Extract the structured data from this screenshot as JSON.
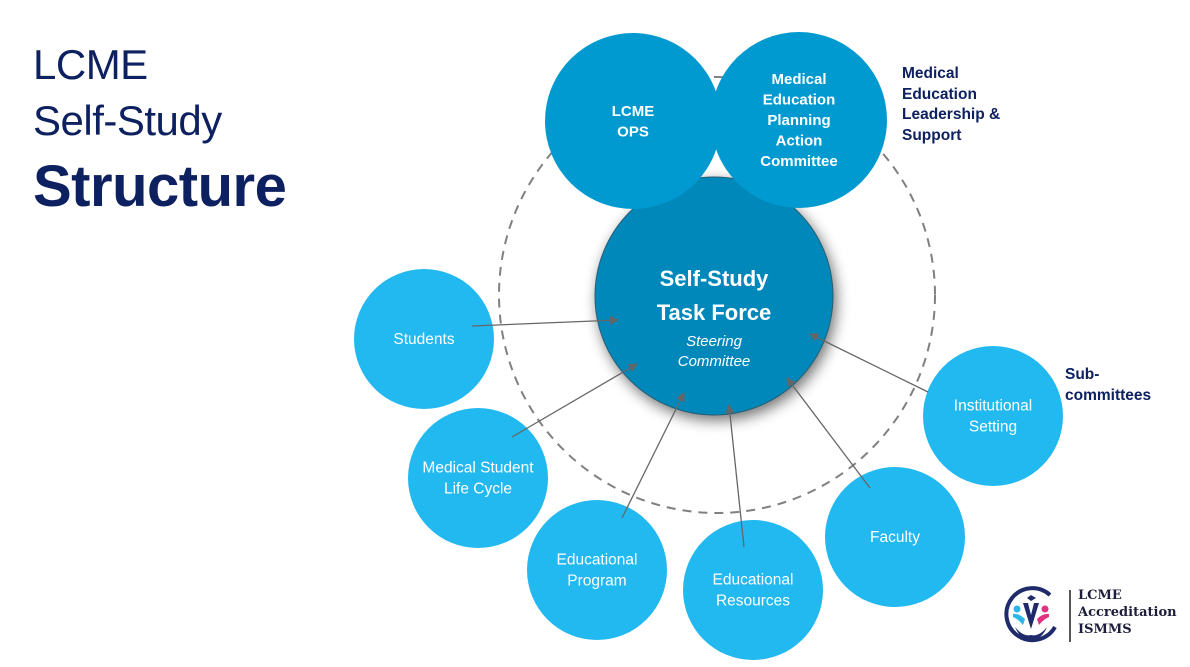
{
  "title": {
    "line1": "LCME",
    "line2": "Self-Study",
    "line3": "Structure"
  },
  "colors": {
    "title": "#0d2060",
    "top_circle": "#009ad0",
    "center_circle": "#0088bb",
    "sub_circle": "#22b8f0",
    "arrow": "#666666",
    "dashed_ring": "#808080"
  },
  "top_circles": [
    {
      "id": "lcme-ops",
      "lines": [
        "LCME",
        "OPS"
      ]
    },
    {
      "id": "med-ed-planning",
      "lines": [
        "Medical",
        "Education",
        "Planning",
        "Action",
        "Committee"
      ]
    }
  ],
  "center": {
    "line1": "Self-Study",
    "line2": "Task Force",
    "sub1": "Steering",
    "sub2": "Committee"
  },
  "subcommittees": [
    {
      "id": "students",
      "lines": [
        "Students"
      ]
    },
    {
      "id": "medical-student-life-cycle",
      "lines": [
        "Medical Student",
        "Life Cycle"
      ]
    },
    {
      "id": "educational-program",
      "lines": [
        "Educational",
        "Program"
      ]
    },
    {
      "id": "educational-resources",
      "lines": [
        "Educational",
        "Resources"
      ]
    },
    {
      "id": "faculty",
      "lines": [
        "Faculty"
      ]
    },
    {
      "id": "institutional-setting",
      "lines": [
        "Institutional",
        "Setting"
      ]
    }
  ],
  "labels": {
    "leadership": [
      "Medical",
      "Education",
      "Leadership &",
      "Support"
    ],
    "subcommittees": [
      "Sub-",
      "committees"
    ]
  },
  "logo": {
    "icon": "hands-people-graduation-icon",
    "lines": [
      "LCME",
      "Accreditation",
      "ISMMS"
    ]
  }
}
